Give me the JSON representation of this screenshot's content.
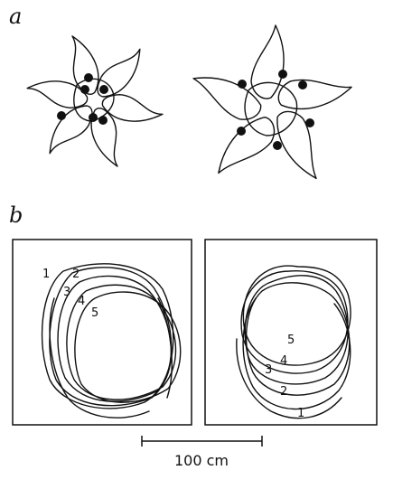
{
  "panel_a": {
    "label": "a"
  },
  "panel_b": {
    "label": "b",
    "left_box": {
      "track_labels": [
        "1",
        "2",
        "3",
        "4",
        "5"
      ]
    },
    "right_box": {
      "track_labels": [
        "5",
        "4",
        "3",
        "2",
        "1"
      ]
    }
  },
  "scale_bar": {
    "label": "100 cm"
  },
  "colors": {
    "ink": "#111111",
    "background": "#ffffff"
  }
}
